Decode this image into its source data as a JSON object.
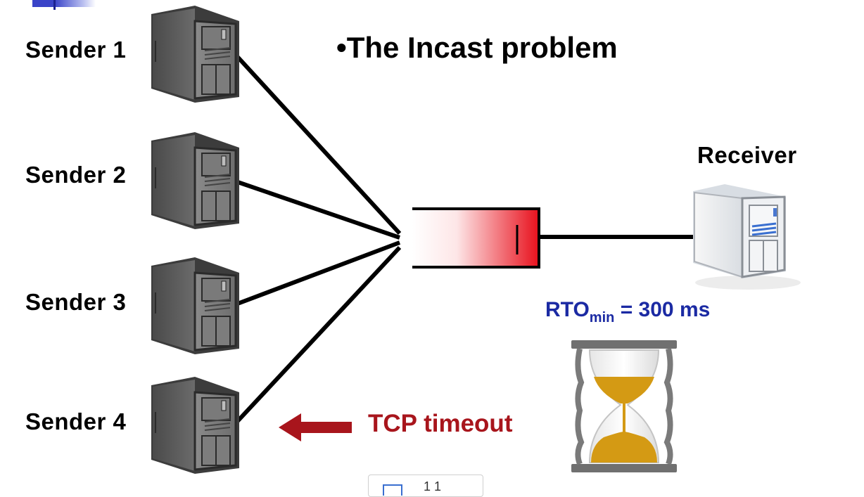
{
  "title": "•The Incast problem",
  "senders": [
    {
      "label": "Sender 1"
    },
    {
      "label": "Sender 2"
    },
    {
      "label": "Sender 3"
    },
    {
      "label": "Sender 4"
    }
  ],
  "receiver": {
    "label": "Receiver"
  },
  "rto": {
    "prefix": "RTO",
    "sub": "min",
    "suffix": "= 300 ms"
  },
  "timeout": {
    "label": "TCP timeout"
  },
  "colors": {
    "accent_blue": "#1b2aa3",
    "timeout_red": "#a8151c",
    "buffer_red": "#e8101c",
    "sand": "#d49a14"
  },
  "icons": {
    "sender_server": "server-icon",
    "receiver_server": "server-icon",
    "hourglass": "hourglass-icon",
    "arrow": "arrow-left-icon"
  },
  "footer": {
    "fragment": "1 1"
  }
}
